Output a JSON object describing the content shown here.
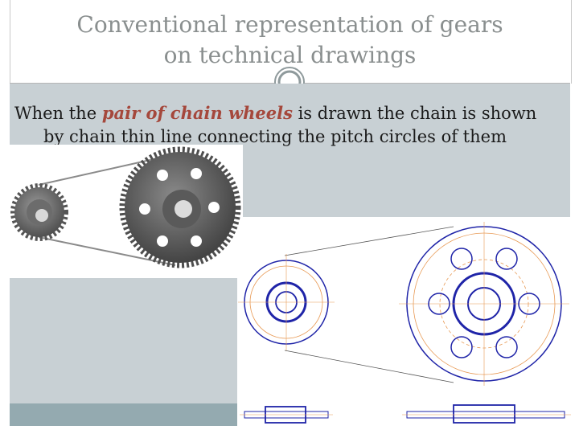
{
  "slide": {
    "title_line1": "Conventional representation of gears",
    "title_line2": "on technical drawings",
    "body_before": "When the ",
    "body_highlight": "pair of chain wheels",
    "body_after": " is drawn the chain is shown",
    "body_line2": "by chain thin line connecting the pitch circles of them"
  },
  "colors": {
    "title": "#8a8f8f",
    "highlight": "#a5483c",
    "panel": "#c8d0d4",
    "strip": "#94aab0",
    "drawing_outline": "#1f24a8",
    "drawing_pitch": "#e89a55"
  },
  "figures": {
    "photo_icon": "chain-wheel-pair-render",
    "drawing_icon": "chain-wheel-technical-drawing"
  }
}
